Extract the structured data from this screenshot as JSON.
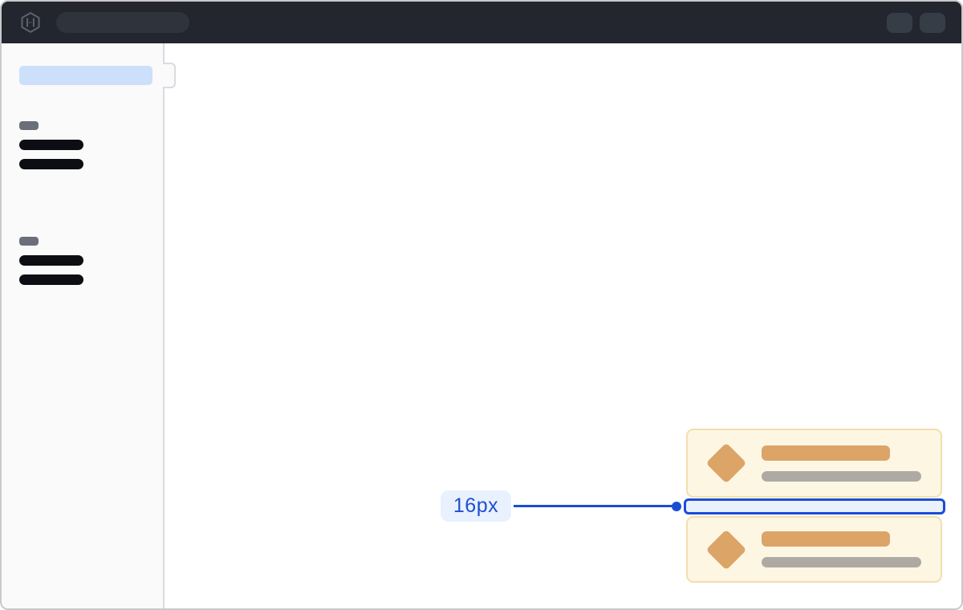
{
  "annotation": {
    "label": "16px"
  },
  "icons": {
    "logo": "hashicorp-logo-icon",
    "card_icon": "diamond-icon"
  },
  "layout_hint": {
    "sidebar_nav_groups": 2,
    "placeholder_rows_per_group": 2,
    "cards": 2,
    "annotated_gap": "16px vertical spacing between cards"
  },
  "colors": {
    "accent": "#1b4dd4",
    "accentText": "#1d50d0",
    "annotationBadgeBg": "#e9f1fe",
    "gapFill": "#e9f1fd",
    "headerBg": "#23262e",
    "headerPill": "#2e333c",
    "headerButton": "#373d47",
    "logoGray": "#5c636e",
    "sidebarBg": "#fafafa",
    "sidebarBorder": "#d9dbdf",
    "navActive": "#cce0fb",
    "skeletonDark": "#0c0e13",
    "skeletonGray": "#6a6f79",
    "cardBg": "#fdf6e3",
    "cardBorder": "#f3dfac",
    "cardOrange": "#dca467",
    "cardGrayBar": "#aeaaa3",
    "windowBorder": "#c7c9cd"
  }
}
